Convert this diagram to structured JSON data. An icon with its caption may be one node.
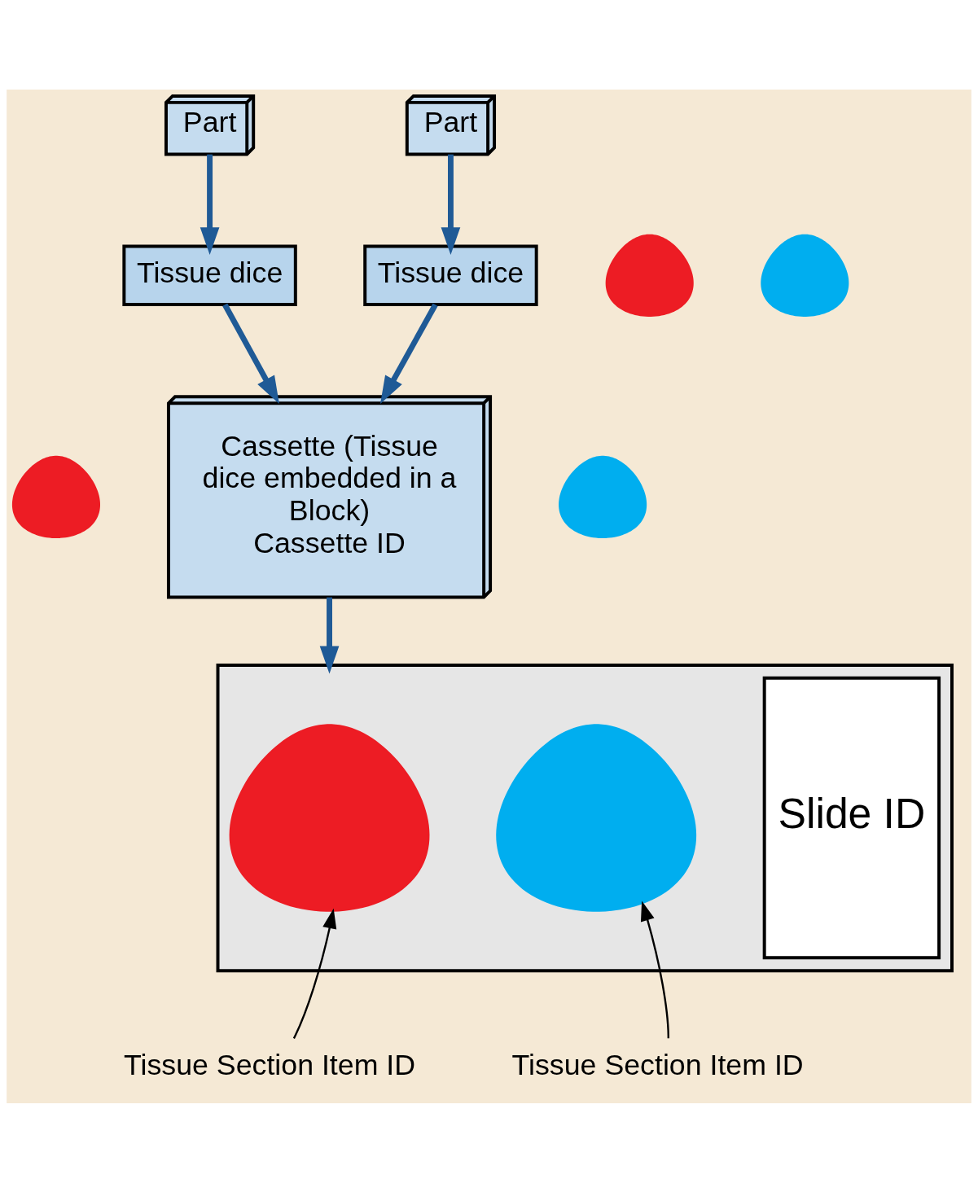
{
  "diagram": {
    "nodes": [
      {
        "text": [
          "Part"
        ]
      },
      {
        "text": [
          "Part"
        ]
      },
      {
        "text": [
          "Tissue dice"
        ]
      },
      {
        "text": [
          "Tissue dice"
        ]
      },
      {
        "text": [],
        "shape": "picture"
      },
      {
        "text": [],
        "shape": "picture"
      },
      {
        "text": [
          "Cassette (Tissue dice embedded in a Block)",
          "Cassette ID"
        ]
      },
      {
        "text": [],
        "shape": "picture"
      },
      {
        "text": [],
        "shape": "picture"
      },
      {
        "text": [],
        "shape": "box"
      },
      {
        "text": [
          "Slide ID"
        ],
        "in": 9
      },
      {
        "text": [],
        "shape": "picture",
        "in": 9
      },
      {
        "text": [],
        "shape": "picture",
        "in": 9
      },
      {
        "text": [
          "Tissue Section Item ID"
        ]
      },
      {
        "text": [
          "Tissue Section Item ID"
        ]
      }
    ],
    "edges": [
      {
        "from": 0,
        "to": 2,
        "arrow": "to"
      },
      {
        "from": 1,
        "to": 3,
        "arrow": "to"
      },
      {
        "from": 2,
        "to": 6,
        "arrow": "to"
      },
      {
        "from": 3,
        "to": 6,
        "arrow": "to"
      },
      {
        "from": 6,
        "to": 9,
        "arrow": "to"
      },
      {
        "from": 13,
        "to": 11,
        "arrow": "to",
        "color": "#000000"
      },
      {
        "from": 14,
        "to": 12,
        "arrow": "to",
        "color": "#000000"
      }
    ]
  }
}
